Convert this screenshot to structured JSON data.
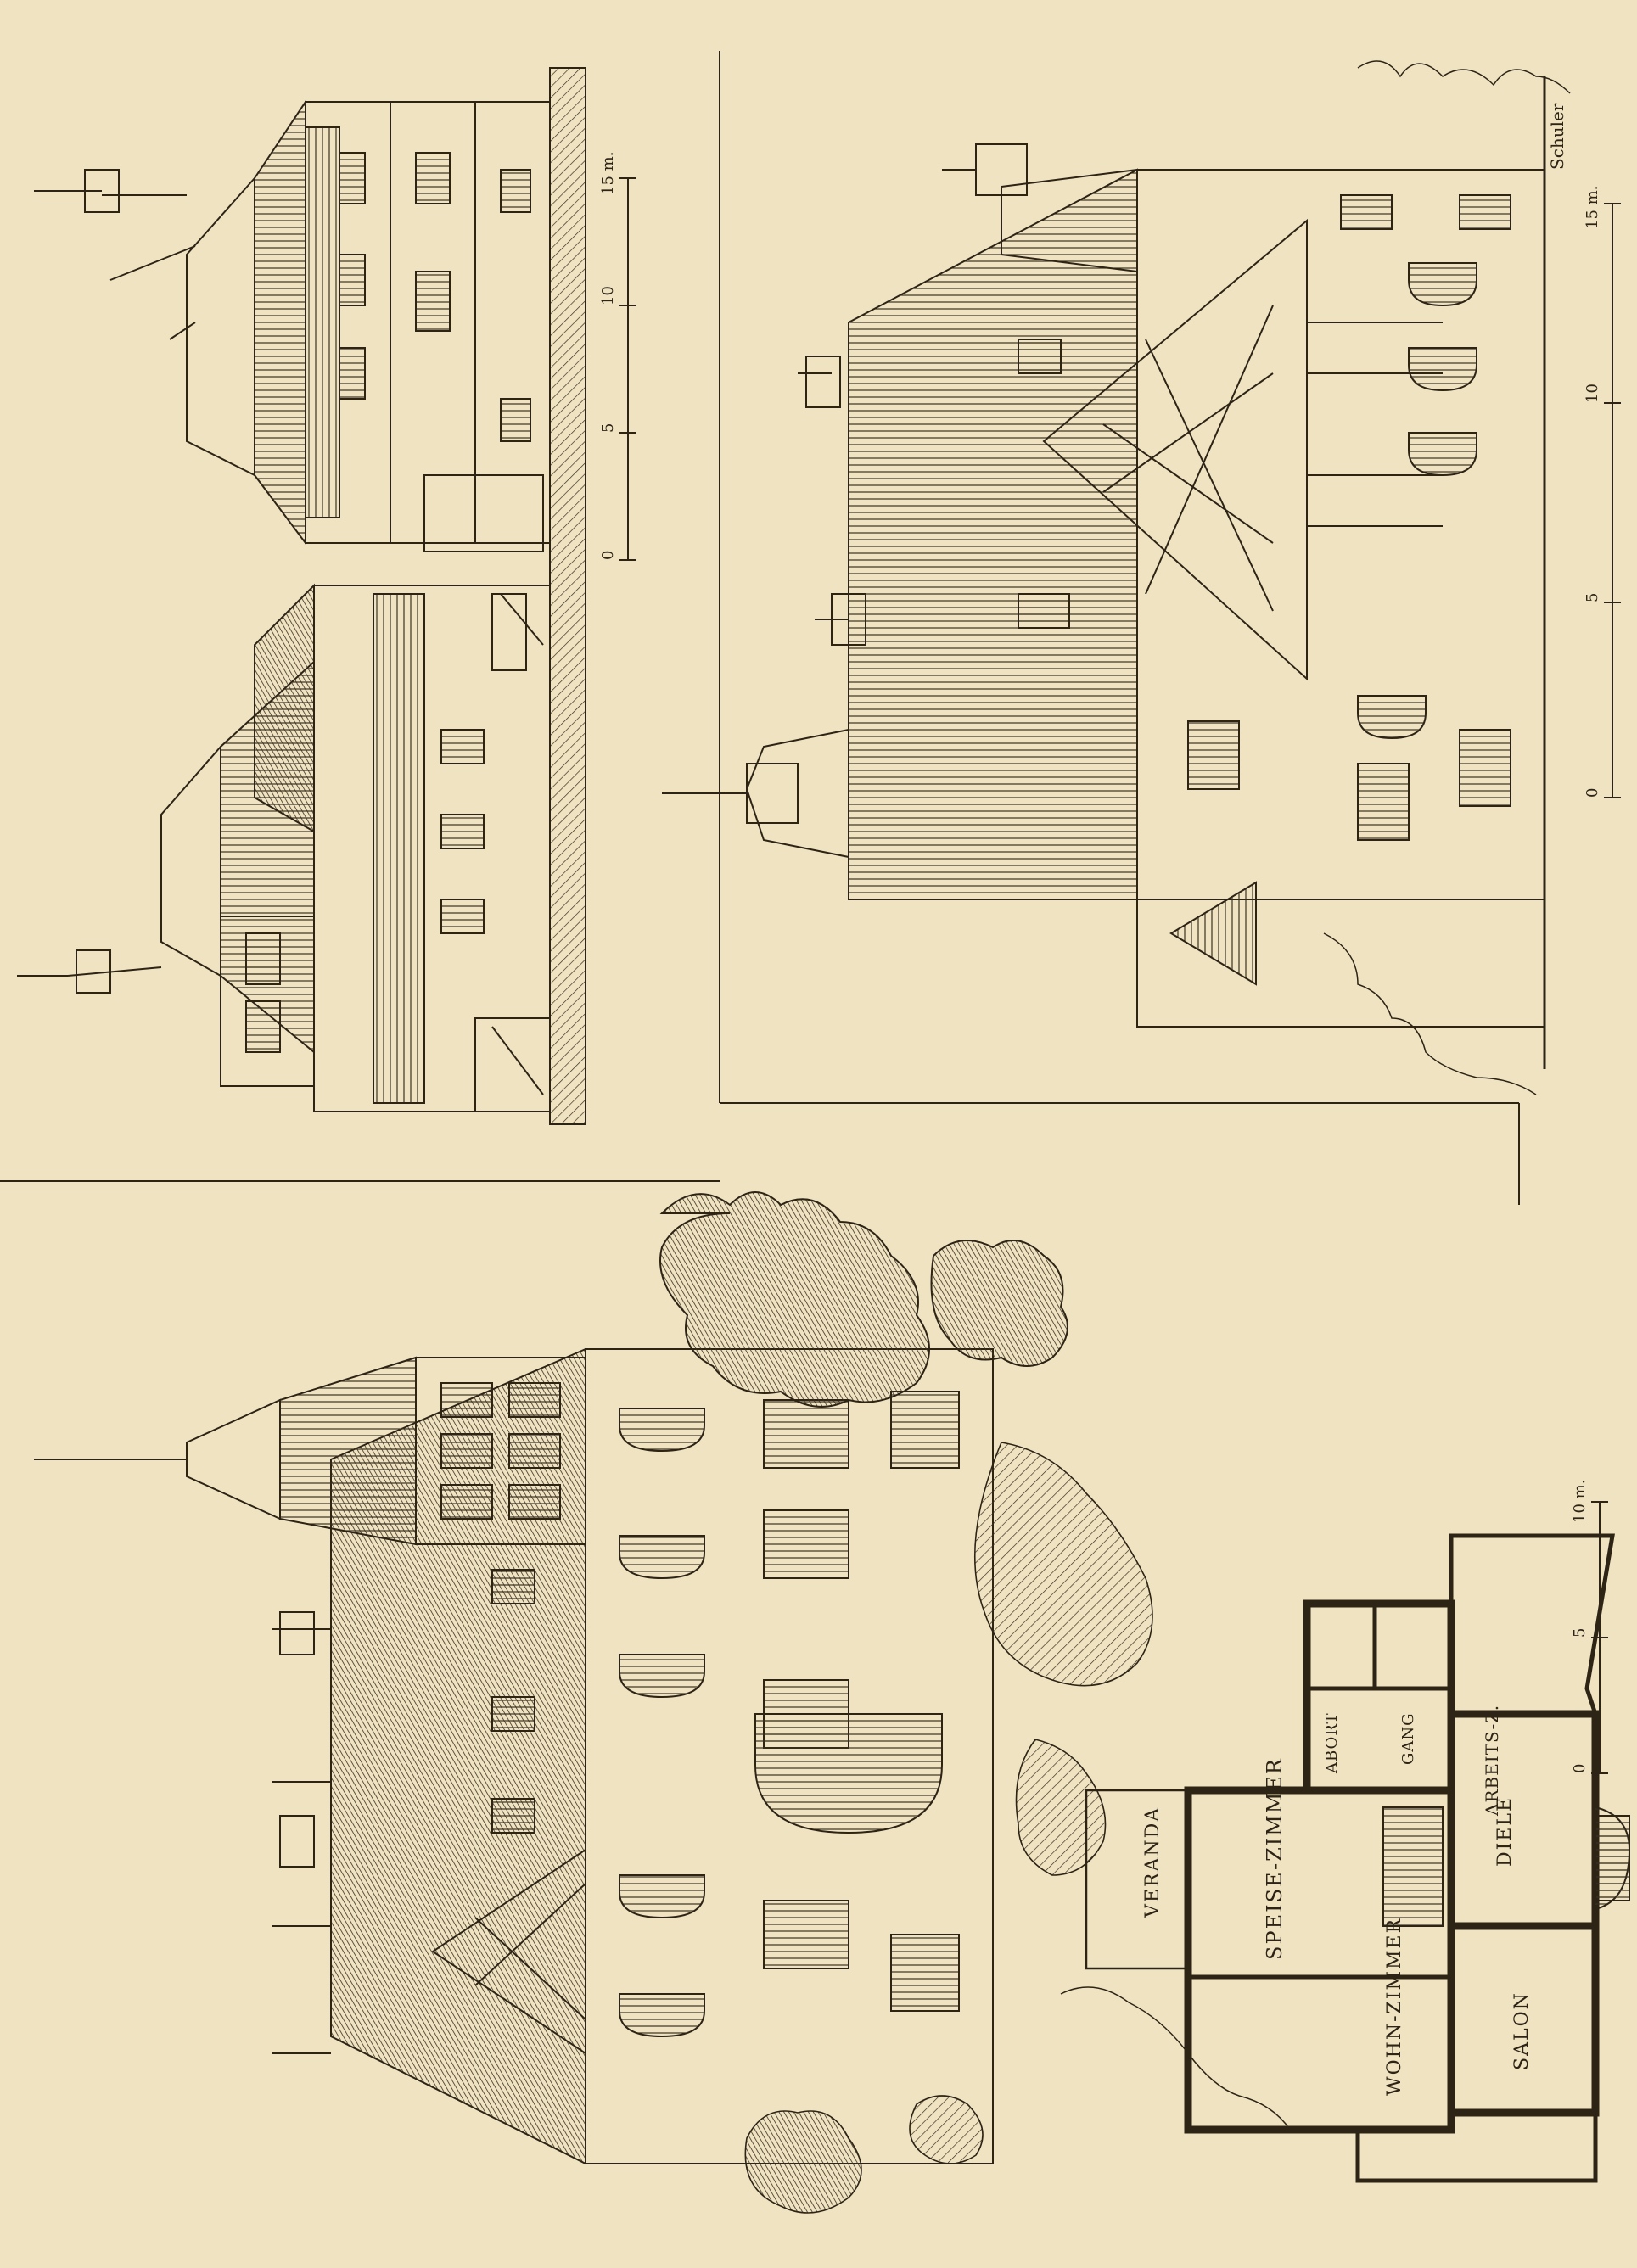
{
  "colors": {
    "paper": "#EFE3C1",
    "ink": "#2d2416",
    "hatch": "#3a2f20"
  },
  "scale_top": {
    "ticks": [
      "0",
      "5",
      "10",
      "15 m."
    ]
  },
  "scale_right": {
    "ticks": [
      "0",
      "5",
      "10",
      "15 m."
    ]
  },
  "scale_plan": {
    "ticks": [
      "0",
      "5",
      "10 m."
    ]
  },
  "signature": "Schuler",
  "plan": {
    "rooms": [
      {
        "id": "veranda",
        "label": "VERANDA"
      },
      {
        "id": "speise",
        "label": "SPEISE-ZIMMER"
      },
      {
        "id": "wohn",
        "label": "WOHN-ZIMMER"
      },
      {
        "id": "salon",
        "label": "SALON"
      },
      {
        "id": "diele",
        "label": "DIELE"
      },
      {
        "id": "abort",
        "label": "ABORT"
      },
      {
        "id": "gang",
        "label": "GANG"
      },
      {
        "id": "arbeits",
        "label": "ARBEITS-Z."
      }
    ]
  }
}
